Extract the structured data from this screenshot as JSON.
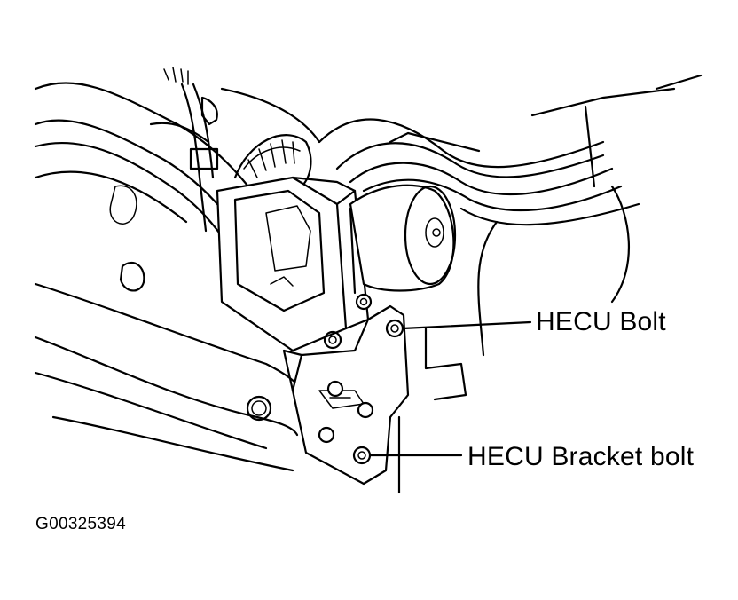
{
  "callouts": {
    "hecu_bolt": "HECU Bolt",
    "hecu_bracket_bolt": "HECU Bracket bolt"
  },
  "figure_id": "G00325394",
  "colors": {
    "line": "#000000",
    "background": "#ffffff"
  }
}
